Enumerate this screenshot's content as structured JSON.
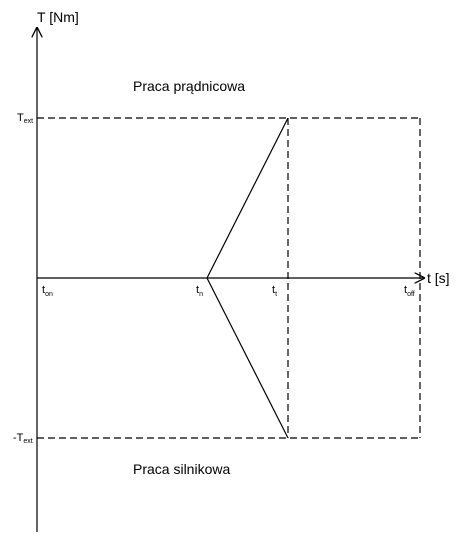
{
  "y_axis_label": "T [Nm]",
  "x_axis_label": "t [s]",
  "region_top_label": "Praca prądnicowa",
  "region_bottom_label": "Praca silnikowa",
  "torque_pos": {
    "main": "T",
    "sub": "ext"
  },
  "torque_neg": {
    "main": "-T",
    "sub": "ext"
  },
  "t_on": {
    "main": "t",
    "sub": "on"
  },
  "t_n": {
    "main": "t",
    "sub": "n"
  },
  "t_t": {
    "main": "t",
    "sub": "t"
  },
  "t_off": {
    "main": "t",
    "sub": "off"
  }
}
